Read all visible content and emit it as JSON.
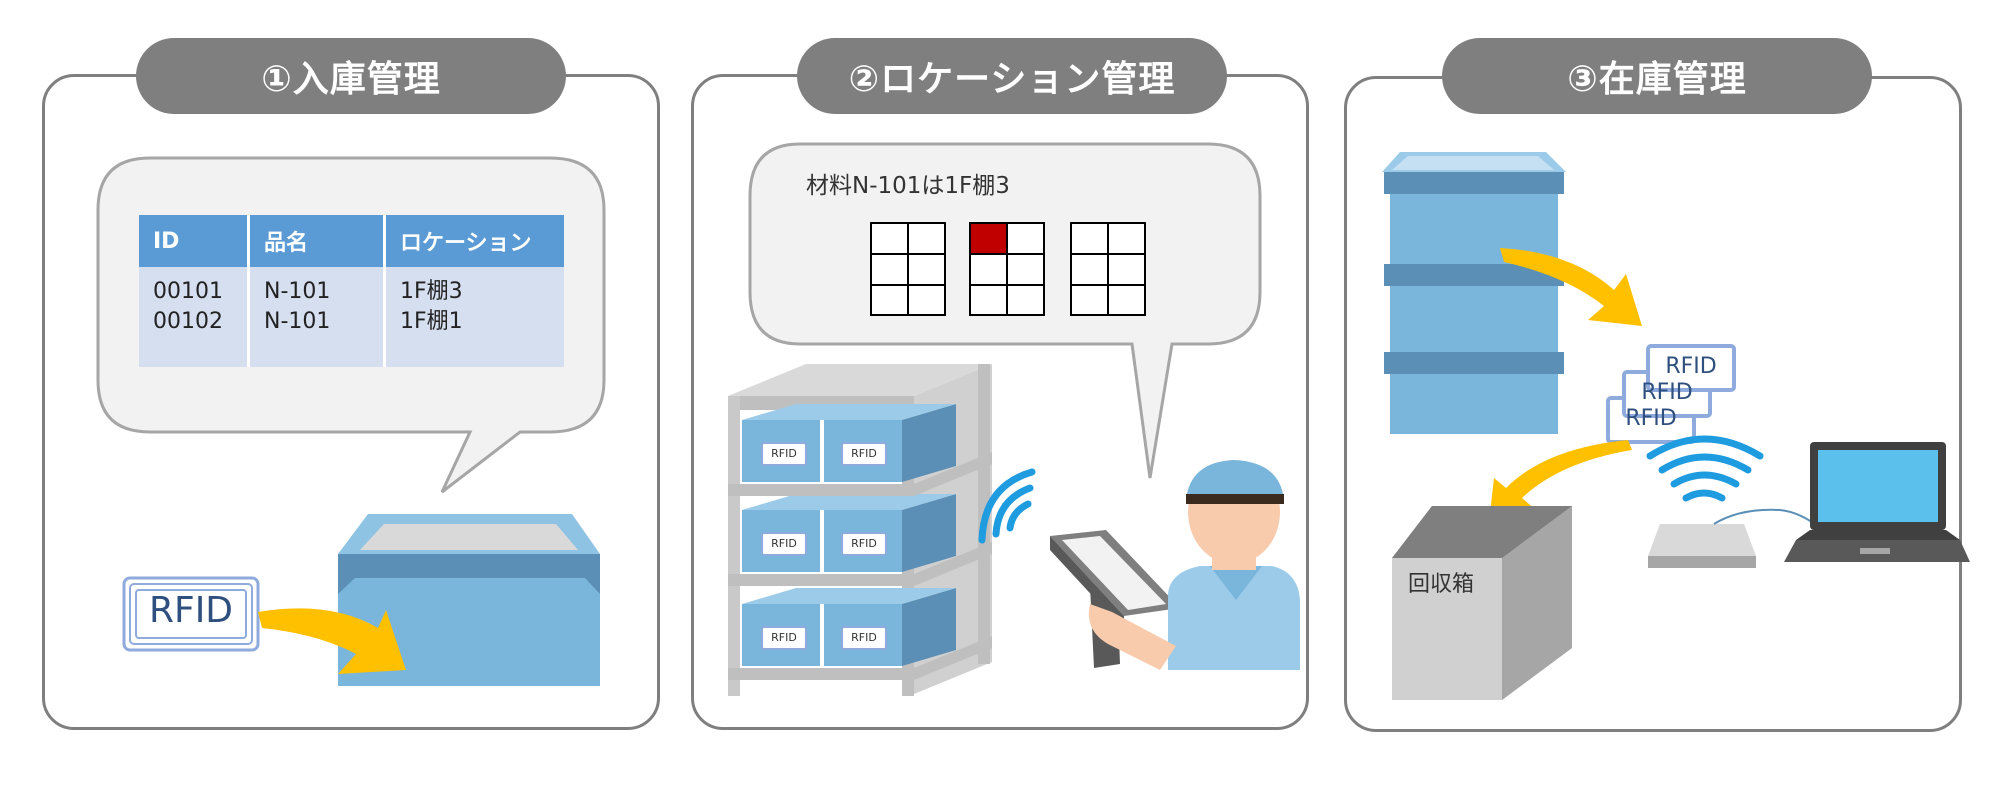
{
  "panels": [
    {
      "title": "①入庫管理"
    },
    {
      "title": "②ロケーション管理"
    },
    {
      "title": "③在庫管理"
    }
  ],
  "panel1": {
    "table": {
      "headers": [
        "ID",
        "品名",
        "ロケーション"
      ],
      "col_ids": "00101\n00102",
      "col_names": "N-101\nN-101",
      "col_locations": "1F棚3\n1F棚1"
    },
    "rfid_tag": "RFID"
  },
  "panel2": {
    "speech": "材料N-101は1F棚3",
    "tag_label": "RFID",
    "highlight_color": "#c00000"
  },
  "panel3": {
    "tag_label": "RFID",
    "collection_box": "回収箱"
  },
  "colors": {
    "gray": "#7f7f7f",
    "box_blue": "#7ab5dc",
    "header_blue": "#5b9bd5",
    "arrow_yellow": "#ffc000",
    "wifi_blue": "#1f9be0"
  }
}
